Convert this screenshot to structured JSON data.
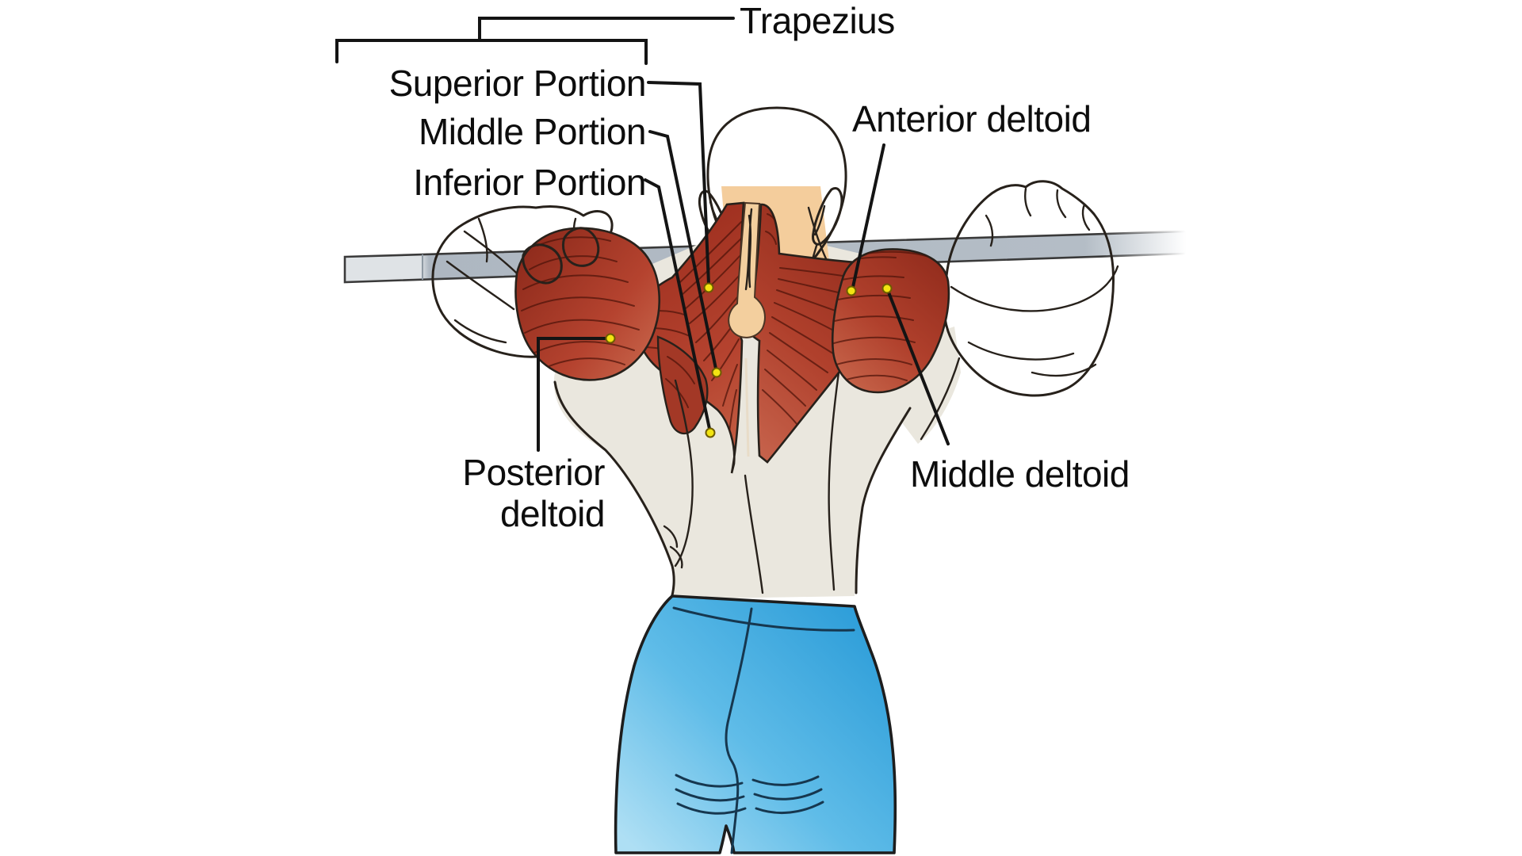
{
  "diagram": {
    "type": "anatomical-illustration",
    "subject": "Rear view of figure performing behind-the-neck barbell press with labeled shoulder and back muscles",
    "labels": {
      "trapezius": "Trapezius",
      "superior_portion": "Superior Portion",
      "middle_portion": "Middle Portion",
      "inferior_portion": "Inferior Portion",
      "anterior_deltoid": "Anterior deltoid",
      "middle_deltoid": "Middle deltoid",
      "posterior_deltoid_line1": "Posterior",
      "posterior_deltoid_line2": "deltoid"
    },
    "annotation_markers": [
      {
        "name": "superior-portion-dot",
        "color": "#f2e412"
      },
      {
        "name": "middle-portion-dot",
        "color": "#f2e412"
      },
      {
        "name": "inferior-portion-dot",
        "color": "#f2e412"
      },
      {
        "name": "anterior-deltoid-dot",
        "color": "#f2e412"
      },
      {
        "name": "middle-deltoid-dot",
        "color": "#f2e412"
      },
      {
        "name": "posterior-deltoid-dot",
        "color": "#f2e412"
      }
    ],
    "colors": {
      "background": "#ffffff",
      "muscle_red_dark": "#8f2a1b",
      "muscle_red_mid": "#b5432f",
      "muscle_red_light": "#c9694e",
      "muscle_striation": "#4d130a",
      "skin_light": "#f9d6a6",
      "skin_dark": "#eca254",
      "body_light": "#eae7de",
      "barbell_gray": "#aeb7c1",
      "barbell_end_pale": "#dfe3e6",
      "shorts_blue_dark": "#2b9cd8",
      "shorts_blue_light": "#aedff4",
      "shorts_seam": "#16374f",
      "line_color": "#141414",
      "text_color": "#0d0d0d",
      "outline_color": "#27211b",
      "marker_yellow": "#f2e412"
    }
  }
}
